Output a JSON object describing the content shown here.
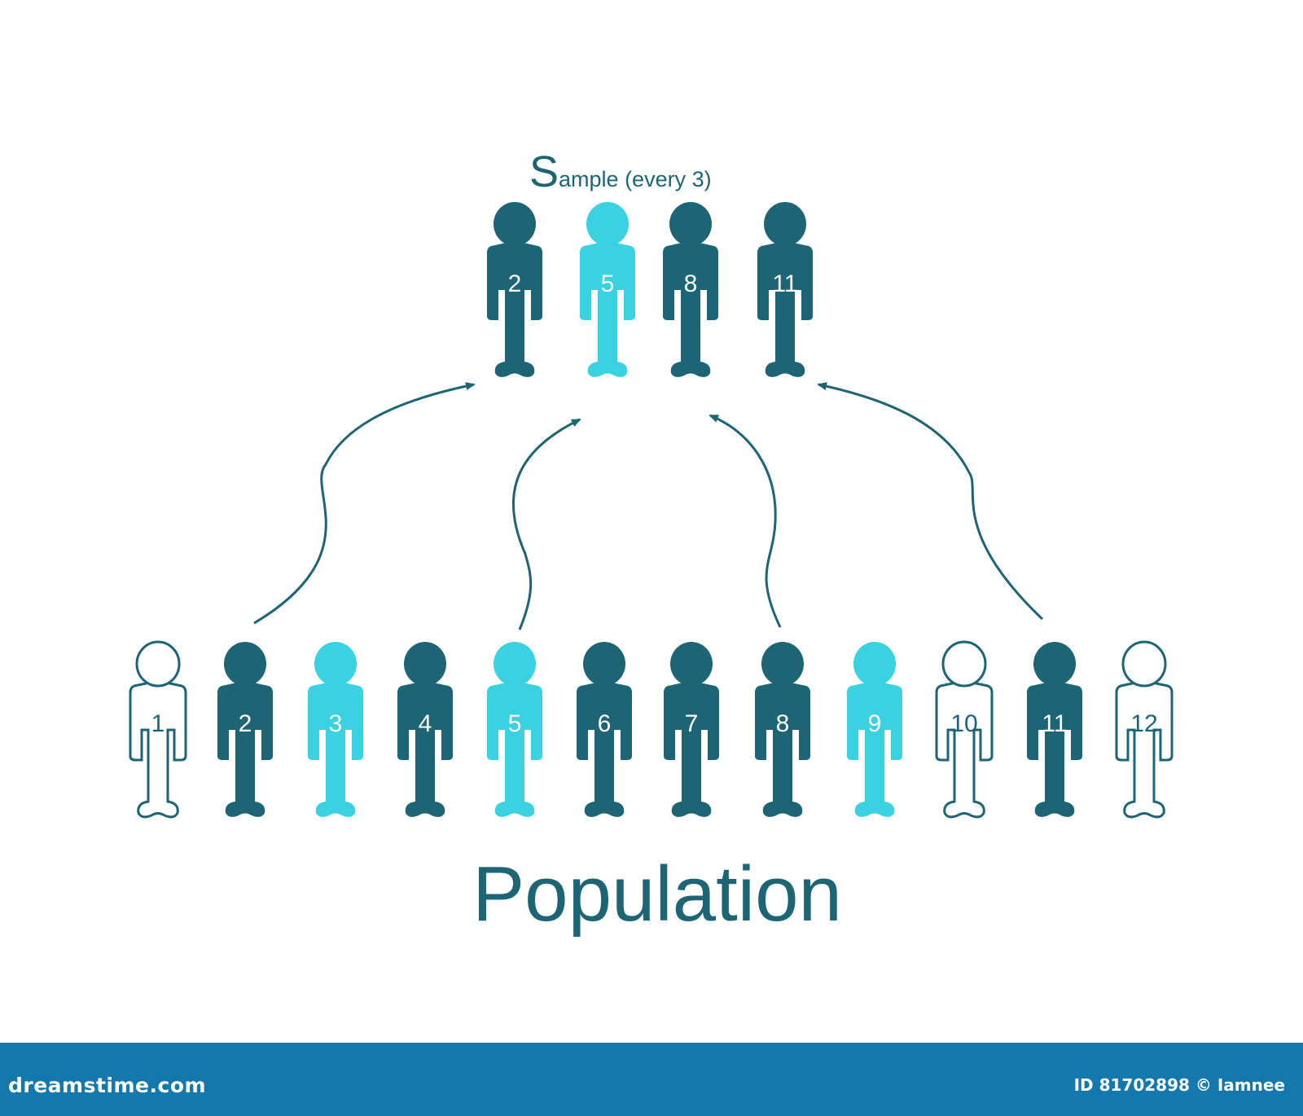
{
  "diagram": {
    "sample_title_initial": "S",
    "sample_title_rest": "ample (every 3)",
    "population_label": "Population",
    "colors": {
      "dark": "#1d6474",
      "light": "#3ad1e1",
      "outline": "#1d6474",
      "background": "#ffffff",
      "footer": "#1378ad"
    },
    "sample": [
      {
        "label": "2",
        "style": "dark"
      },
      {
        "label": "5",
        "style": "light"
      },
      {
        "label": "8",
        "style": "dark"
      },
      {
        "label": "11",
        "style": "dark"
      }
    ],
    "population": [
      {
        "label": "1",
        "style": "outline"
      },
      {
        "label": "2",
        "style": "dark"
      },
      {
        "label": "3",
        "style": "light"
      },
      {
        "label": "4",
        "style": "dark"
      },
      {
        "label": "5",
        "style": "light"
      },
      {
        "label": "6",
        "style": "dark"
      },
      {
        "label": "7",
        "style": "dark"
      },
      {
        "label": "8",
        "style": "dark"
      },
      {
        "label": "9",
        "style": "light"
      },
      {
        "label": "10",
        "style": "outline"
      },
      {
        "label": "11",
        "style": "dark"
      },
      {
        "label": "12",
        "style": "outline"
      }
    ],
    "arrows": [
      {
        "from": "2",
        "to": "2"
      },
      {
        "from": "5",
        "to": "5"
      },
      {
        "from": "8",
        "to": "8"
      },
      {
        "from": "11",
        "to": "11"
      }
    ]
  },
  "footer": {
    "site": "dreamstime.com",
    "credit": "ID 81702898 © Iamnee"
  }
}
